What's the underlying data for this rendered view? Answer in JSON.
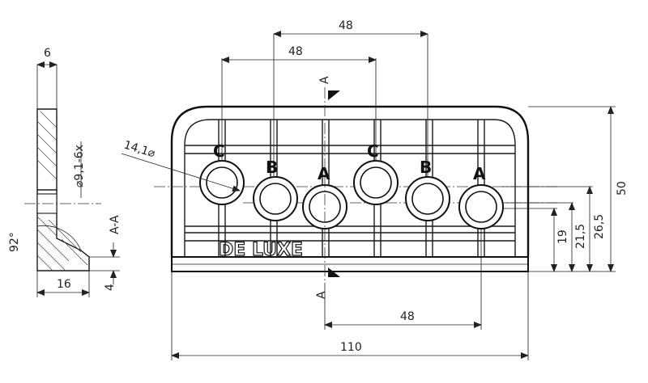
{
  "dimensions": {
    "side_top_width": "6",
    "hole_callout": "⌀9,1-6x",
    "section_label": "A-A",
    "angle": "92°",
    "side_bottom_width": "16",
    "side_step": "4",
    "counterbore": "14,1⌀",
    "top_48_upper": "48",
    "top_48_lower": "48",
    "bottom_48": "48",
    "overall_110": "110",
    "height_50": "50",
    "height_26_5": "26,5",
    "height_21_5": "21,5",
    "height_19": "19",
    "section_mark": "A"
  },
  "hole_labels": [
    "C",
    "B",
    "A",
    "C",
    "B",
    "A"
  ],
  "brand_text": "DE LUXE"
}
